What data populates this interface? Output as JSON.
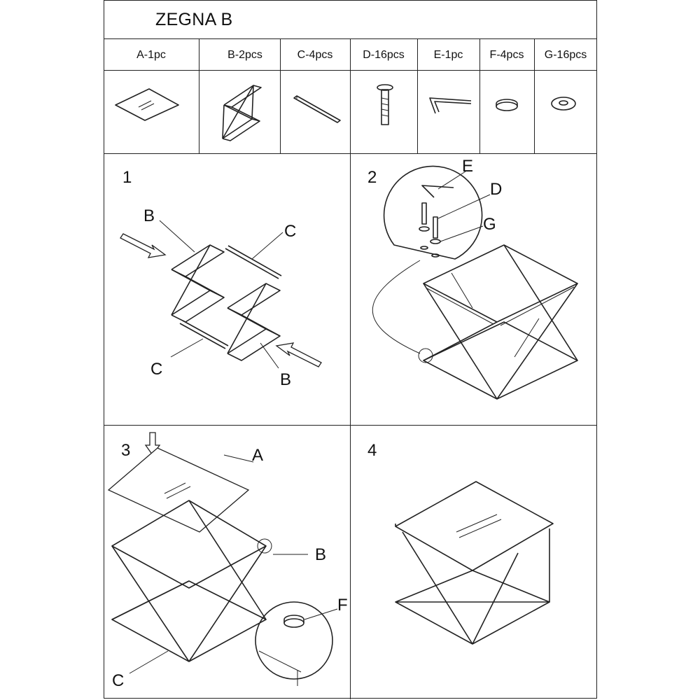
{
  "document": {
    "title": "ZEGNA B"
  },
  "parts": [
    {
      "label": "A-1pc"
    },
    {
      "label": "B-2pcs"
    },
    {
      "label": "C-4pcs"
    },
    {
      "label": "D-16pcs"
    },
    {
      "label": "E-1pc"
    },
    {
      "label": "F-4pcs"
    },
    {
      "label": "G-16pcs"
    }
  ],
  "steps": [
    {
      "number": "1",
      "callouts": [
        "B",
        "C",
        "C",
        "B"
      ]
    },
    {
      "number": "2",
      "callouts": [
        "E",
        "D",
        "G"
      ]
    },
    {
      "number": "3",
      "callouts": [
        "A",
        "B",
        "F",
        "C"
      ]
    },
    {
      "number": "4",
      "callouts": []
    }
  ]
}
